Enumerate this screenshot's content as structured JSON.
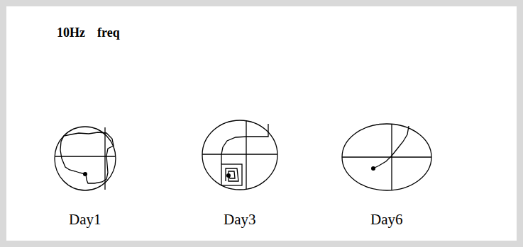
{
  "diagram": {
    "title": "10Hz freq",
    "labels": [
      "Day1",
      "Day3",
      "Day6"
    ]
  }
}
